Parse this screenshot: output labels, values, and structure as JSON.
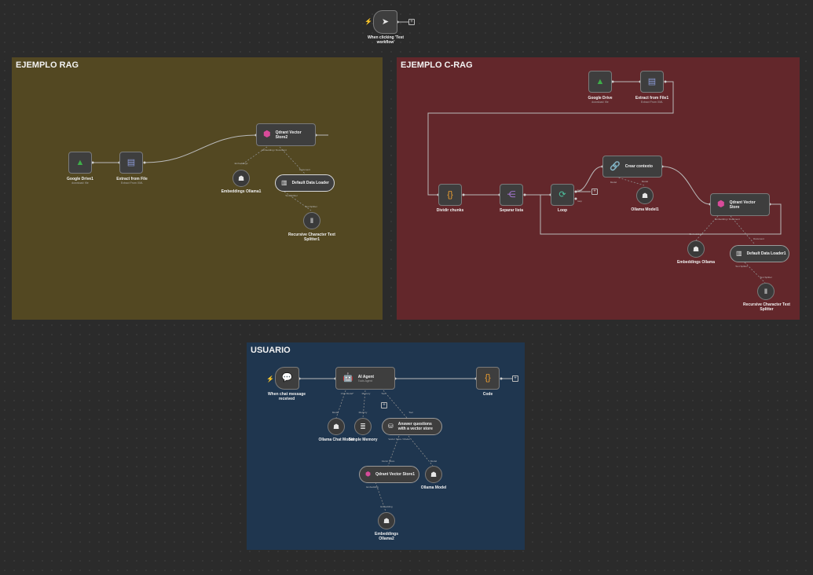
{
  "canvas": {
    "groups": [
      {
        "title": "EJEMPLO RAG"
      },
      {
        "title": "EJEMPLO C-RAG"
      },
      {
        "title": "USUARIO"
      }
    ]
  },
  "trigger": {
    "label": "When clicking 'Test workflow'"
  },
  "rag": {
    "gdrive": {
      "label": "Google Drive1",
      "sub": "download: file"
    },
    "extract": {
      "label": "Extract from File",
      "sub": "Extract From XML"
    },
    "qdrant": {
      "label": "Qdrant Vector Store2",
      "sub_port": "Embedding / Document"
    },
    "embeddings": {
      "label": "Embeddings Ollama1",
      "port": "Embeddings"
    },
    "loader": {
      "label": "Default Data Loader",
      "port": "Document",
      "sub_port": "Text Splitter"
    },
    "splitter": {
      "label": "Recursive Character Text Splitter1",
      "port": "Text Splitter"
    }
  },
  "crag": {
    "gdrive": {
      "label": "Google Drive",
      "sub": "download: file"
    },
    "extract": {
      "label": "Extract from File1",
      "sub": "Extract From XML"
    },
    "dividir": {
      "label": "Dividir chunks"
    },
    "separar": {
      "label": "Separar lista"
    },
    "loop": {
      "label": "Loop",
      "port_done": "done",
      "port_loop": "loop"
    },
    "crear": {
      "label": "Crear contexto",
      "port": "Model"
    },
    "ollama": {
      "label": "Ollama Model1",
      "port": "Model"
    },
    "qdrant": {
      "label": "Qdrant Vector Store",
      "sub_port": "Embedding / Document"
    },
    "embeddings": {
      "label": "Embeddings Ollama",
      "port": "Embeddings"
    },
    "loader": {
      "label": "Default Data Loader1",
      "port": "Document",
      "sub_port": "Text Splitter"
    },
    "splitter": {
      "label": "Recursive Character Text Splitter",
      "port": "Text Splitter"
    }
  },
  "user": {
    "chat": {
      "label": "When chat message received"
    },
    "agent": {
      "label": "AI Agent",
      "sub": "Tools Agent",
      "ports": [
        "Chat Model*",
        "Memory",
        "Tool"
      ]
    },
    "code": {
      "label": "Code"
    },
    "chatmodel": {
      "label": "Ollama Chat Model",
      "port": "Model"
    },
    "memory": {
      "label": "Simple Memory",
      "port": "Memory"
    },
    "answer": {
      "label": "Answer questions with a vector store",
      "port": "Tool",
      "sub_port": "Vector Store / Model"
    },
    "qdrant": {
      "label": "Qdrant Vector Store1",
      "port": "Vector Store",
      "sub_port": "Embedding"
    },
    "ollama": {
      "label": "Ollama Model",
      "port": "Model"
    },
    "embeddings": {
      "label": "Embeddings Ollama2",
      "port": "Embedding"
    }
  },
  "colors": {
    "rag_group": "#534822",
    "crag_group": "#63272b",
    "user_group": "#1f364f",
    "canvas": "#2b2b2b",
    "trigger_bolt": "#ff6b4a"
  },
  "icons": [
    "cursor-icon",
    "google-drive-icon",
    "extract-file-icon",
    "qdrant-icon",
    "ollama-icon",
    "document-icon",
    "text-splitter-icon",
    "code-braces-icon",
    "split-list-icon",
    "loop-icon",
    "link-icon",
    "chat-icon",
    "robot-icon",
    "database-icon",
    "vector-store-icon"
  ]
}
